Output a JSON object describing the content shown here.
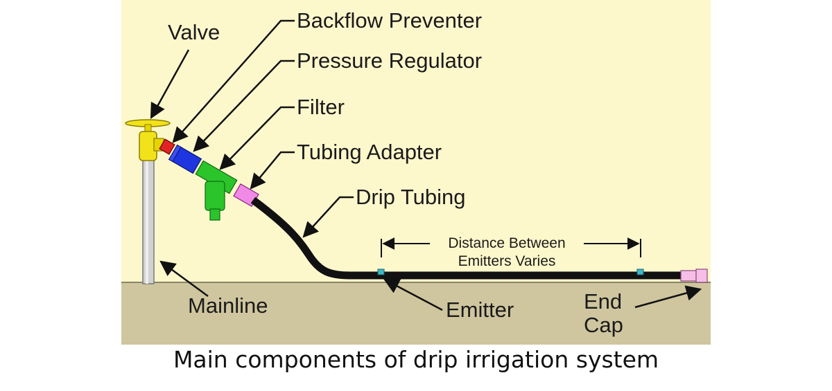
{
  "diagram": {
    "labels": {
      "valve": "Valve",
      "backflow_preventer": "Backflow Preventer",
      "pressure_regulator": "Pressure Regulator",
      "filter": "Filter",
      "tubing_adapter": "Tubing Adapter",
      "drip_tubing": "Drip Tubing",
      "distance_line1": "Distance Between",
      "distance_line2": "Emitters Varies",
      "mainline": "Mainline",
      "emitter": "Emitter",
      "end_cap_line1": "End",
      "end_cap_line2": "Cap"
    },
    "colors": {
      "sky": "#fdf8cc",
      "ground": "#cfc69f",
      "valve": "#f2e21a",
      "backflow": "#e02424",
      "regulator": "#1e35e0",
      "filter": "#2bc42b",
      "adapter": "#f08ae6",
      "tubing": "#111111",
      "emitter": "#3fb8c8",
      "end_cap": "#f5bfe8",
      "pipe": "#cfcfcf"
    }
  },
  "caption": "Main components of drip irrigation system"
}
